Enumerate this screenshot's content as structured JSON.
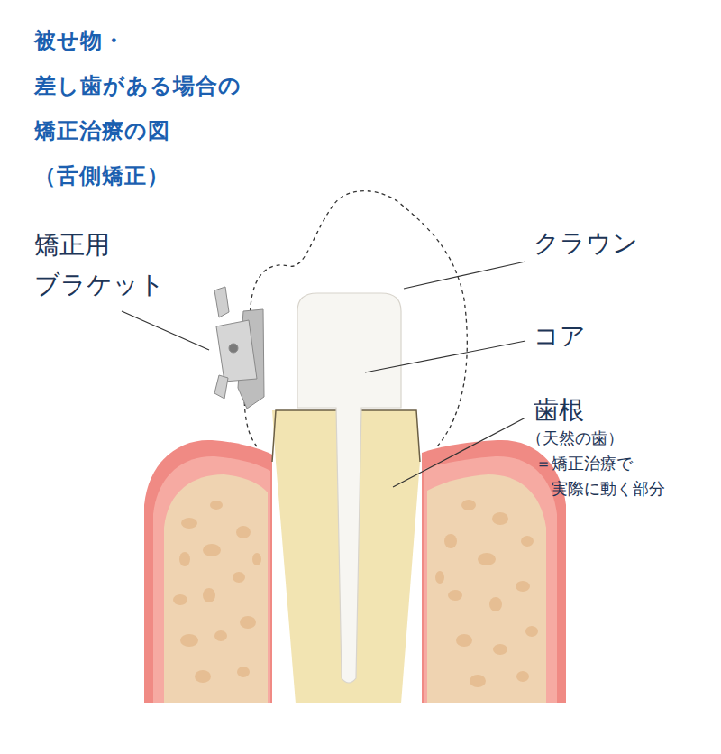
{
  "diagram": {
    "title": "被せ物・差し歯がある場合の 矯正治療の図（舌側矯正）",
    "labels": [
      "矯正用 ブラケット",
      "クラウン",
      "コア",
      "歯根",
      "（天然の歯）",
      "＝矯正治療で 実際に動く部分"
    ]
  }
}
